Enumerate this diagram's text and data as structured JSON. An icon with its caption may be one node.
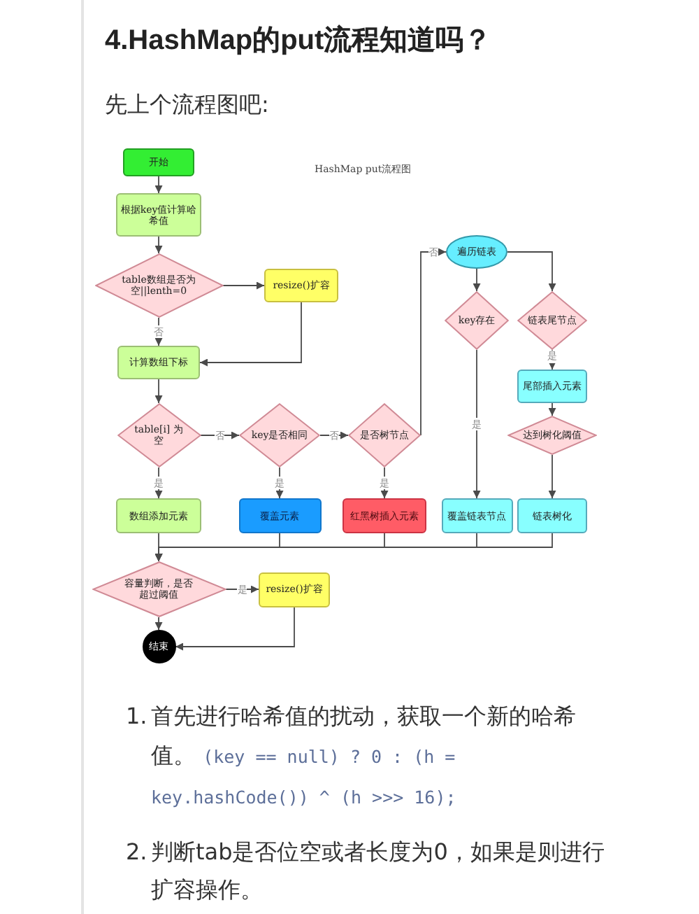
{
  "diagram": {
    "title": "4.HashMap的put流程知道吗？",
    "nodes": [
      {
        "text": [
          "开始"
        ]
      },
      {
        "text": [
          "根据key值计算哈希值"
        ]
      },
      {
        "text": [
          "table数组是否为空||lenth=0"
        ]
      },
      {
        "text": [
          "resize()扩容"
        ]
      },
      {
        "text": [
          "计算数组下标"
        ]
      },
      {
        "text": [
          "table[i] 为空"
        ]
      },
      {
        "text": [
          "key是否相同"
        ]
      },
      {
        "text": [
          "是否树节点"
        ]
      },
      {
        "text": [
          "遍历链表"
        ]
      },
      {
        "text": [
          "key存在"
        ]
      },
      {
        "text": [
          "链表尾节点"
        ]
      },
      {
        "text": [
          "尾部插入元素"
        ]
      },
      {
        "text": [
          "达到树化阈值"
        ]
      },
      {
        "text": [
          "数组添加元素"
        ]
      },
      {
        "text": [
          "覆盖元素"
        ]
      },
      {
        "text": [
          "红黑树插入元素"
        ]
      },
      {
        "text": [
          "覆盖链表节点"
        ]
      },
      {
        "text": [
          "链表树化"
        ]
      },
      {
        "text": [
          "容量判断，是否超过阈值"
        ]
      },
      {
        "text": [
          "resize()扩容"
        ]
      },
      {
        "text": [
          "结束"
        ]
      }
    ],
    "edges": [
      {
        "from": 0,
        "to": 1,
        "arrow": "to"
      },
      {
        "from": 1,
        "to": 2,
        "arrow": "to"
      },
      {
        "from": 2,
        "to": 3,
        "arrow": "to"
      },
      {
        "from": 3,
        "to": 4,
        "arrow": "to"
      },
      {
        "from": 2,
        "to": 4,
        "arrow": "to",
        "label": "否"
      },
      {
        "from": 4,
        "to": 5,
        "arrow": "to"
      },
      {
        "from": 5,
        "to": 6,
        "arrow": "to",
        "label": "否"
      },
      {
        "from": 6,
        "to": 7,
        "arrow": "to",
        "label": "否"
      },
      {
        "from": 7,
        "to": 8,
        "arrow": "to",
        "label": "否"
      },
      {
        "from": 8,
        "to": 9,
        "arrow": "to"
      },
      {
        "from": 8,
        "to": 10,
        "arrow": "to"
      },
      {
        "from": 10,
        "to": 11,
        "arrow": "to",
        "label": "是"
      },
      {
        "from": 11,
        "to": 12,
        "arrow": "to"
      },
      {
        "from": 12,
        "to": 17,
        "arrow": "to"
      },
      {
        "from": 9,
        "to": 16,
        "arrow": "to",
        "label": "是"
      },
      {
        "from": 5,
        "to": 13,
        "arrow": "to",
        "label": "是"
      },
      {
        "from": 6,
        "to": 14,
        "arrow": "to",
        "label": "是"
      },
      {
        "from": 7,
        "to": 15,
        "arrow": "to",
        "label": "是"
      },
      {
        "from": 13,
        "to": 18,
        "arrow": "to"
      },
      {
        "from": 14,
        "to": 18,
        "arrow": "to"
      },
      {
        "from": 15,
        "to": 18,
        "arrow": "to"
      },
      {
        "from": 16,
        "to": 18,
        "arrow": "to"
      },
      {
        "from": 17,
        "to": 18,
        "arrow": "to"
      },
      {
        "from": 18,
        "to": 19,
        "arrow": "to",
        "label": "是"
      },
      {
        "from": 19,
        "to": 20,
        "arrow": "to"
      },
      {
        "from": 18,
        "to": 20,
        "arrow": "to"
      }
    ],
    "labels": [
      "先上个流程图吧:",
      "HashMap put流程图",
      "1.",
      "首先进行哈希值的扰动，获取一个新的哈希值。",
      "(key == null) ? 0 : (h = key.hashCode()) ^ (h >>> 16);",
      "2.",
      "判断tab是否位空或者长度为0，如果是则进行扩容操作。"
    ]
  }
}
